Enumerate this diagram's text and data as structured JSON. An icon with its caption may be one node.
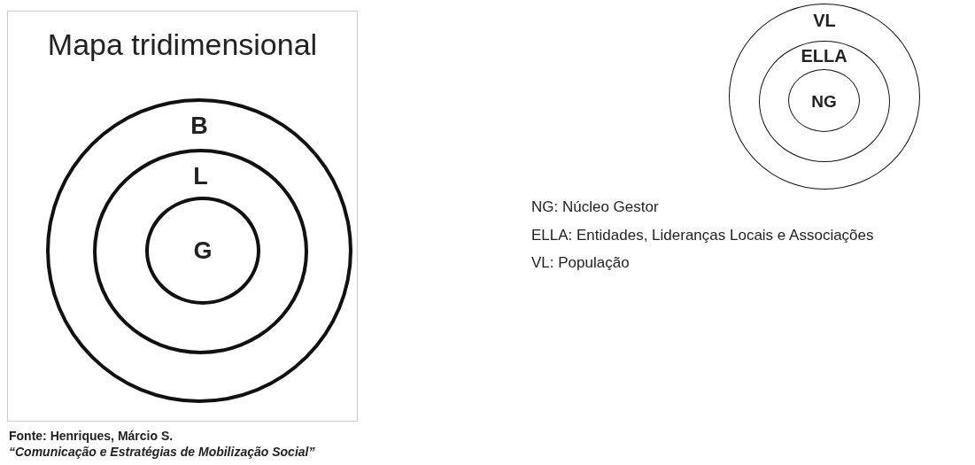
{
  "diagram": {
    "nodes": [
      {
        "text": [
          "Mapa tridimensional"
        ]
      },
      {
        "text": [
          "B"
        ],
        "in": 0
      },
      {
        "text": [
          "L"
        ],
        "in": 1
      },
      {
        "text": [
          "G"
        ],
        "in": 2
      },
      {
        "text": [
          "VL"
        ]
      },
      {
        "text": [
          "ELLA"
        ],
        "in": 4
      },
      {
        "text": [
          "NG"
        ],
        "in": 5
      }
    ],
    "edges": [],
    "labels": [
      "NG: Núcleo Gestor",
      "ELLA: Entidades, Lideranças Locais e Associações",
      "VL: População",
      "Fonte: Henriques, Márcio S.",
      "“Comunicação e Estratégias de Mobilização Social”"
    ]
  }
}
